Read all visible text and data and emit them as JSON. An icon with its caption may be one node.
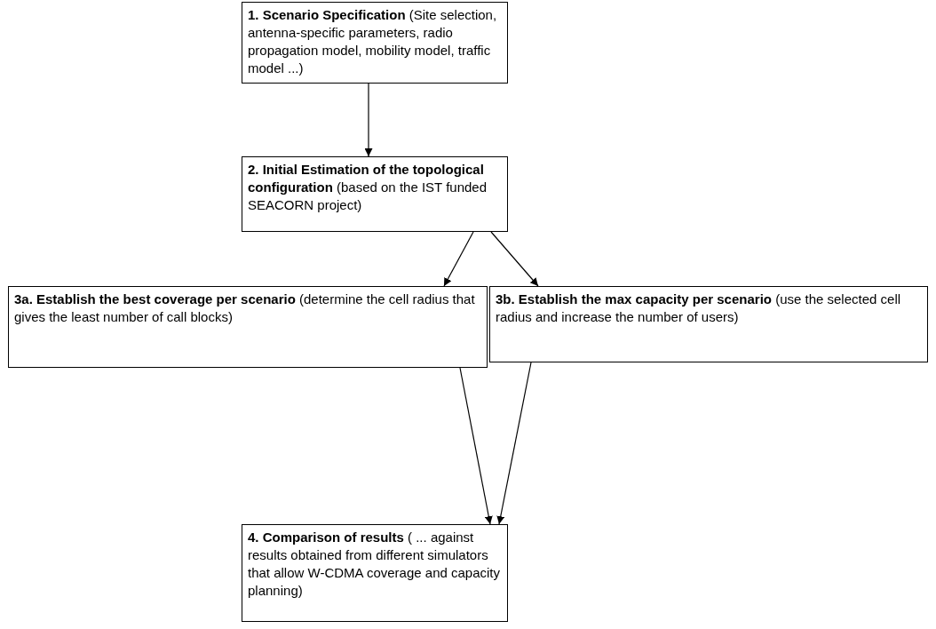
{
  "diagram": {
    "nodes": [
      {
        "text": [
          "**1. Scenario Specification** (Site selection, antenna-specific parameters, radio propagation model, mobility model, traffic model ...)"
        ]
      },
      {
        "text": [
          "**2. Initial Estimation of the topological configuration** (based on the IST funded SEACORN project)"
        ]
      },
      {
        "text": [
          "**3a. Establish the best coverage per scenario** (determine the cell radius that gives the least number of call blocks)"
        ]
      },
      {
        "text": [
          "**3b. Establish the max capacity per scenario** (use the selected cell radius and increase the number of users)"
        ]
      },
      {
        "text": [
          "**4. Comparison of results** ( ... against results obtained from different simulators that allow W-CDMA coverage and capacity planning)"
        ]
      }
    ],
    "edges": [
      {
        "from": 0,
        "to": 1,
        "arrow": "to"
      },
      {
        "from": 1,
        "to": 2,
        "arrow": "to"
      },
      {
        "from": 1,
        "to": 3,
        "arrow": "to"
      },
      {
        "from": 2,
        "to": 4,
        "arrow": "to"
      },
      {
        "from": 3,
        "to": 4,
        "arrow": "to"
      }
    ]
  }
}
